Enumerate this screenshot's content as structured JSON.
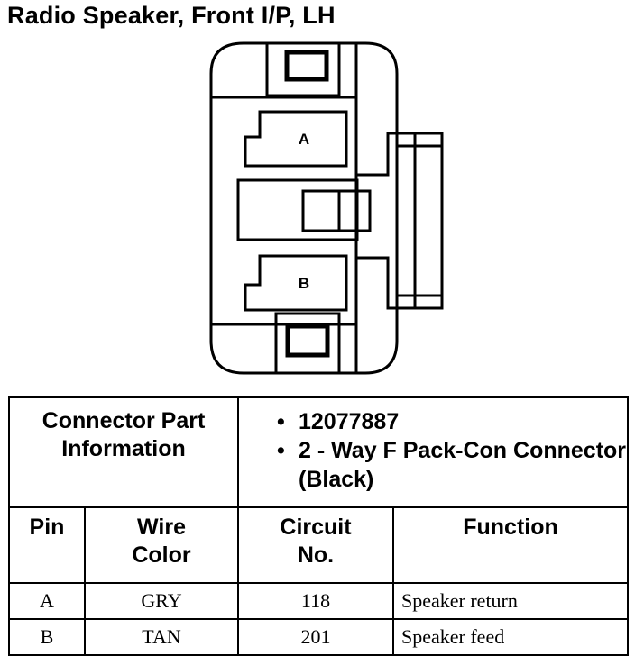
{
  "title": "Radio Speaker, Front I/P, LH",
  "connector": {
    "pin_labels": [
      "A",
      "B"
    ]
  },
  "part_info": {
    "label_line1": "Connector Part",
    "label_line2": "Information",
    "bullets": [
      "12077887",
      "2 - Way F Pack-Con Connector (Black)"
    ]
  },
  "table": {
    "headers": [
      {
        "line1": "Pin",
        "line2": ""
      },
      {
        "line1": "Wire",
        "line2": "Color"
      },
      {
        "line1": "Circuit",
        "line2": "No."
      },
      {
        "line1": "Function",
        "line2": ""
      }
    ],
    "rows": [
      {
        "pin": "A",
        "color": "GRY",
        "circuit": "118",
        "function": "Speaker return"
      },
      {
        "pin": "B",
        "color": "TAN",
        "circuit": "201",
        "function": "Speaker feed"
      }
    ]
  }
}
